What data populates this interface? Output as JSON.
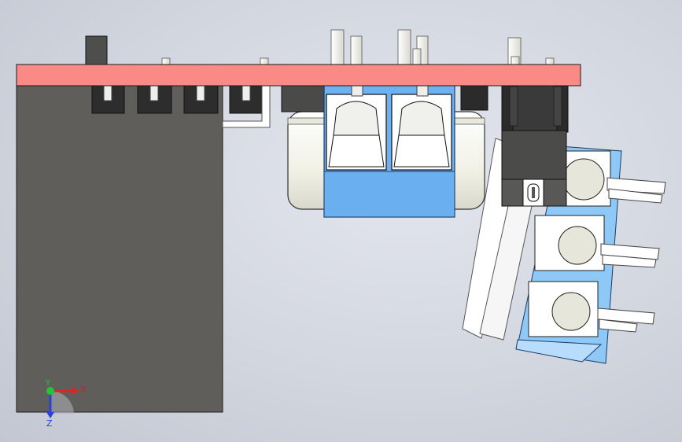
{
  "viewport": {
    "background_top": "#e6e9f0",
    "background_bottom": "#c3c7d1"
  },
  "model": {
    "pcb_color": "#f98a86",
    "dark_housing_color": "#5f5e5b",
    "terminal_block_color": "#6fb1ef",
    "capacitor_color": "#f3f3e9",
    "pin_color": "#f4f4ee",
    "connector_black": "#2b2b2b"
  },
  "triad": {
    "x_label": "X",
    "y_label": "Y",
    "z_label": "Z",
    "x_color": "#e02424",
    "y_color": "#22c43a",
    "z_color": "#2a43d6"
  },
  "icons": {
    "coordinate_triad": "axis-triad-icon"
  }
}
